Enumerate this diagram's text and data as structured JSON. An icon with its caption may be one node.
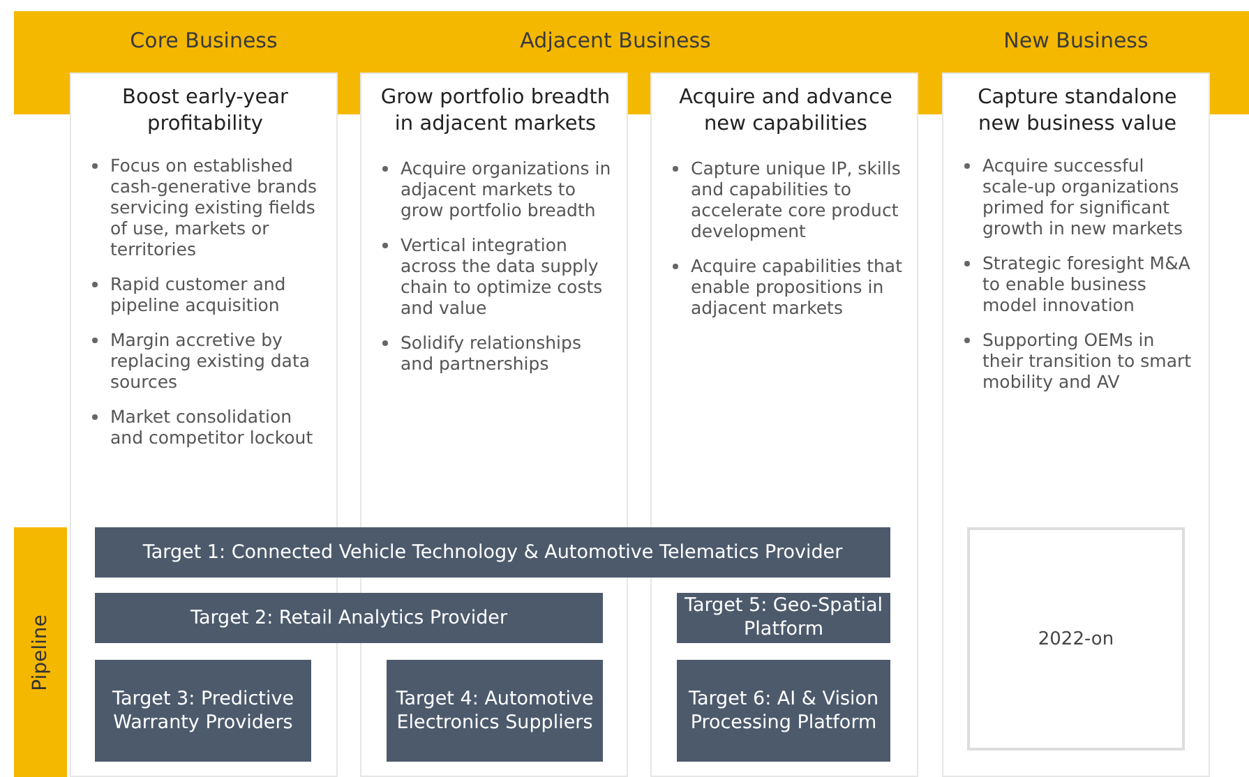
{
  "diagram": {
    "nodes": [
      {
        "text": [
          "Core Business",
          "Adjacent Business",
          "New Business"
        ]
      },
      {
        "text": [
          "Boost early-year profitability",
          "Focus on established cash-generative brands servicing existing fields of use, markets or territories",
          "Rapid customer and pipeline acquisition",
          "Margin accretive by replacing existing data sources",
          "Market consolidation and competitor lockout"
        ]
      },
      {
        "text": [
          "Grow portfolio breadth in adjacent markets",
          "Acquire organizations in adjacent markets to grow portfolio breadth",
          "Vertical integration across the data supply chain to optimize costs and value",
          "Solidify relationships and partnerships"
        ]
      },
      {
        "text": [
          "Acquire and advance new capabilities",
          "Capture unique IP, skills and capabilities to accelerate core product development",
          "Acquire capabilities that enable propositions in adjacent markets"
        ]
      },
      {
        "text": [
          "Capture standalone new business value",
          "Acquire successful scale-up organizations primed for significant growth in new markets",
          "Strategic foresight M&A to enable business model innovation",
          "Supporting OEMs in their transition to smart mobility and AV"
        ]
      },
      {
        "text": [
          "Pipeline"
        ]
      },
      {
        "text": [
          "Target 1: Connected Vehicle Technology & Automotive Telematics Provider"
        ]
      },
      {
        "text": [
          "Target 2: Retail Analytics Provider"
        ]
      },
      {
        "text": [
          "Target 3: Predictive Warranty Providers"
        ],
        "in": 1
      },
      {
        "text": [
          "Target 4: Automotive Electronics Suppliers"
        ],
        "in": 2
      },
      {
        "text": [
          "Target 5: Geo-Spatial Platform"
        ],
        "in": 3
      },
      {
        "text": [
          "Target 6: AI & Vision Processing Platform"
        ],
        "in": 3
      },
      {
        "text": [
          "2022-on"
        ],
        "in": 4
      }
    ],
    "edges": []
  }
}
